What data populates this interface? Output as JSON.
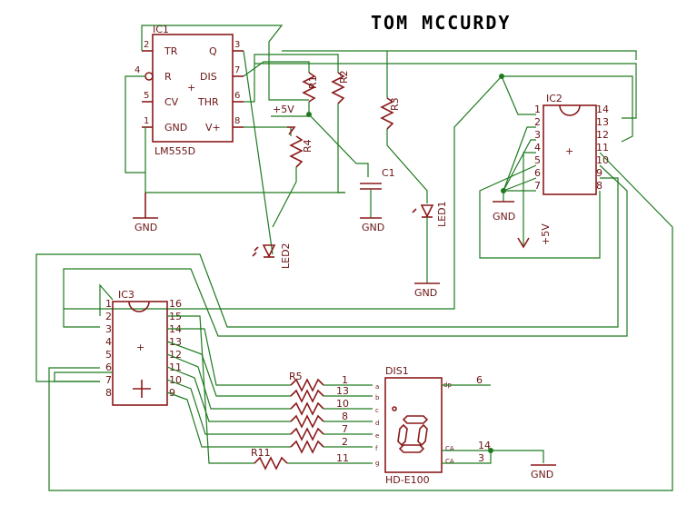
{
  "title": "TOM MCCURDY",
  "ic1": {
    "name": "IC1",
    "part": "LM555D",
    "pins_left": [
      "TR",
      "R",
      "CV",
      "GND"
    ],
    "pins_right": [
      "Q",
      "DIS",
      "THR",
      "V+"
    ],
    "numbers_left": [
      "2",
      "4",
      "5",
      "1"
    ],
    "numbers_right": [
      "3",
      "7",
      "6",
      "8"
    ]
  },
  "ic2": {
    "name": "IC2",
    "left_pins": [
      "1",
      "2",
      "3",
      "4",
      "5",
      "6",
      "7"
    ],
    "right_pins": [
      "14",
      "13",
      "12",
      "11",
      "10",
      "9",
      "8"
    ]
  },
  "ic3": {
    "name": "IC3",
    "left_pins": [
      "1",
      "2",
      "3",
      "4",
      "5",
      "6",
      "7",
      "8"
    ],
    "right_pins": [
      "16",
      "15",
      "14",
      "13",
      "12",
      "11",
      "10",
      "9"
    ]
  },
  "dis1": {
    "name": "DIS1",
    "part": "HD-E100",
    "segments": [
      "a",
      "b",
      "c",
      "d",
      "e",
      "f",
      "g"
    ],
    "segment_pins": [
      "1",
      "13",
      "10",
      "8",
      "7",
      "2",
      "11"
    ],
    "dp_label": "dp",
    "dp_pin": "6",
    "ca_label": "CA",
    "ca_pins": [
      "14",
      "3"
    ]
  },
  "labels": {
    "r1": "R1",
    "r2": "R2",
    "r3": "R3",
    "r4": "R4",
    "r5": "R5",
    "r11": "R11",
    "c1": "C1",
    "led1": "LED1",
    "led2": "LED2",
    "plus5v": "+5V",
    "plus5v_ic2": "+5V",
    "gnd": "GND"
  }
}
